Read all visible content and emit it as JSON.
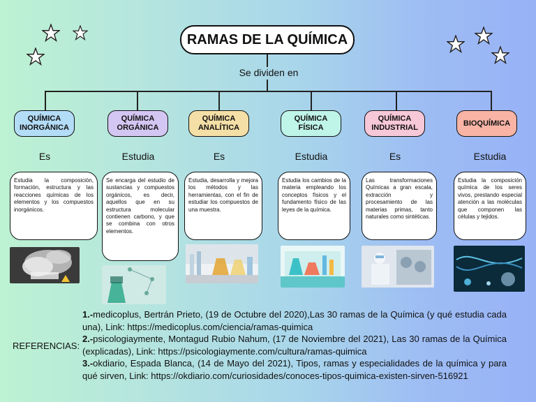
{
  "title": "RAMAS DE LA QUÍMICA",
  "divide_label": "Se dividen en",
  "colors": {
    "inorganica": "#b3dcf7",
    "organica": "#d4c6f2",
    "analitica": "#f4dfa6",
    "fisica": "#bff4e8",
    "industrial": "#f7c8d7",
    "bioquimica": "#f9b4a6"
  },
  "branches": [
    {
      "name": "QUÍMICA INORGÁNICA",
      "connector": "Es",
      "description": "Estudia la composición, formación, estructura y las reacciones químicas de los elementos y los compuestos inorgánicos.",
      "image": "lab-smoke-photo"
    },
    {
      "name": "QUÍMICA ORGÁNICA",
      "connector": "Estudia",
      "description": "Se encarga del estudio de sustancias y compuestos orgánicos, es decir, aquellos que en su estructura molecular contienen carbono, y que se combina con otros elementos.",
      "image": "flask-molecule-photo"
    },
    {
      "name": "QUÍMICA ANALÍTICA",
      "connector": "Es",
      "description": "Estudia, desarrolla y mejora los métodos y las herramientas, con el fin de estudiar los compuestos de una muestra.",
      "image": "lab-glassware-photo"
    },
    {
      "name": "QUÍMICA FÍSICA",
      "connector": "Estudia",
      "description": "Estudia los cambios de la materia empleando los conceptos físicos y el fundamento físico de las leyes de la química.",
      "image": "lab-illustration"
    },
    {
      "name": "QUÍMICA INDUSTRIAL",
      "connector": "Es",
      "description": "Las transformaciones Químicas a gran escala, extracción y procesamiento de las materias primas, tanto naturales como sintéticas.",
      "image": "industrial-worker-photo"
    },
    {
      "name": "BIOQUÍMICA",
      "connector": "Estudia",
      "description": "Estudia la composición química de los seres vivos, prestando especial atención a las moléculas que componen las células y tejidos.",
      "image": "dna-photo"
    }
  ],
  "references": {
    "label": "REFERENCIAS:",
    "items": [
      {
        "num": "1.-",
        "text": "medicoplus, Bertrán Prieto, (19 de Octubre del 2020),Las 30 ramas de la Química (y qué estudia cada una), Link: https://medicoplus.com/ciencia/ramas-quimica"
      },
      {
        "num": "2.-",
        "text": "psicologiaymente, Montagud Rubio Nahum, (17 de Noviembre del 2021), Las 30 ramas de la Química (explicadas), Link: https://psicologiaymente.com/cultura/ramas-quimica"
      },
      {
        "num": "3.-",
        "text": "okdiario, Espada Blanca, (14 de Mayo del 2021), Tipos, ramas y especialidades de la química y para qué sirven, Link: https://okdiario.com/curiosidades/conoces-tipos-quimica-existen-sirven-516921"
      }
    ]
  }
}
